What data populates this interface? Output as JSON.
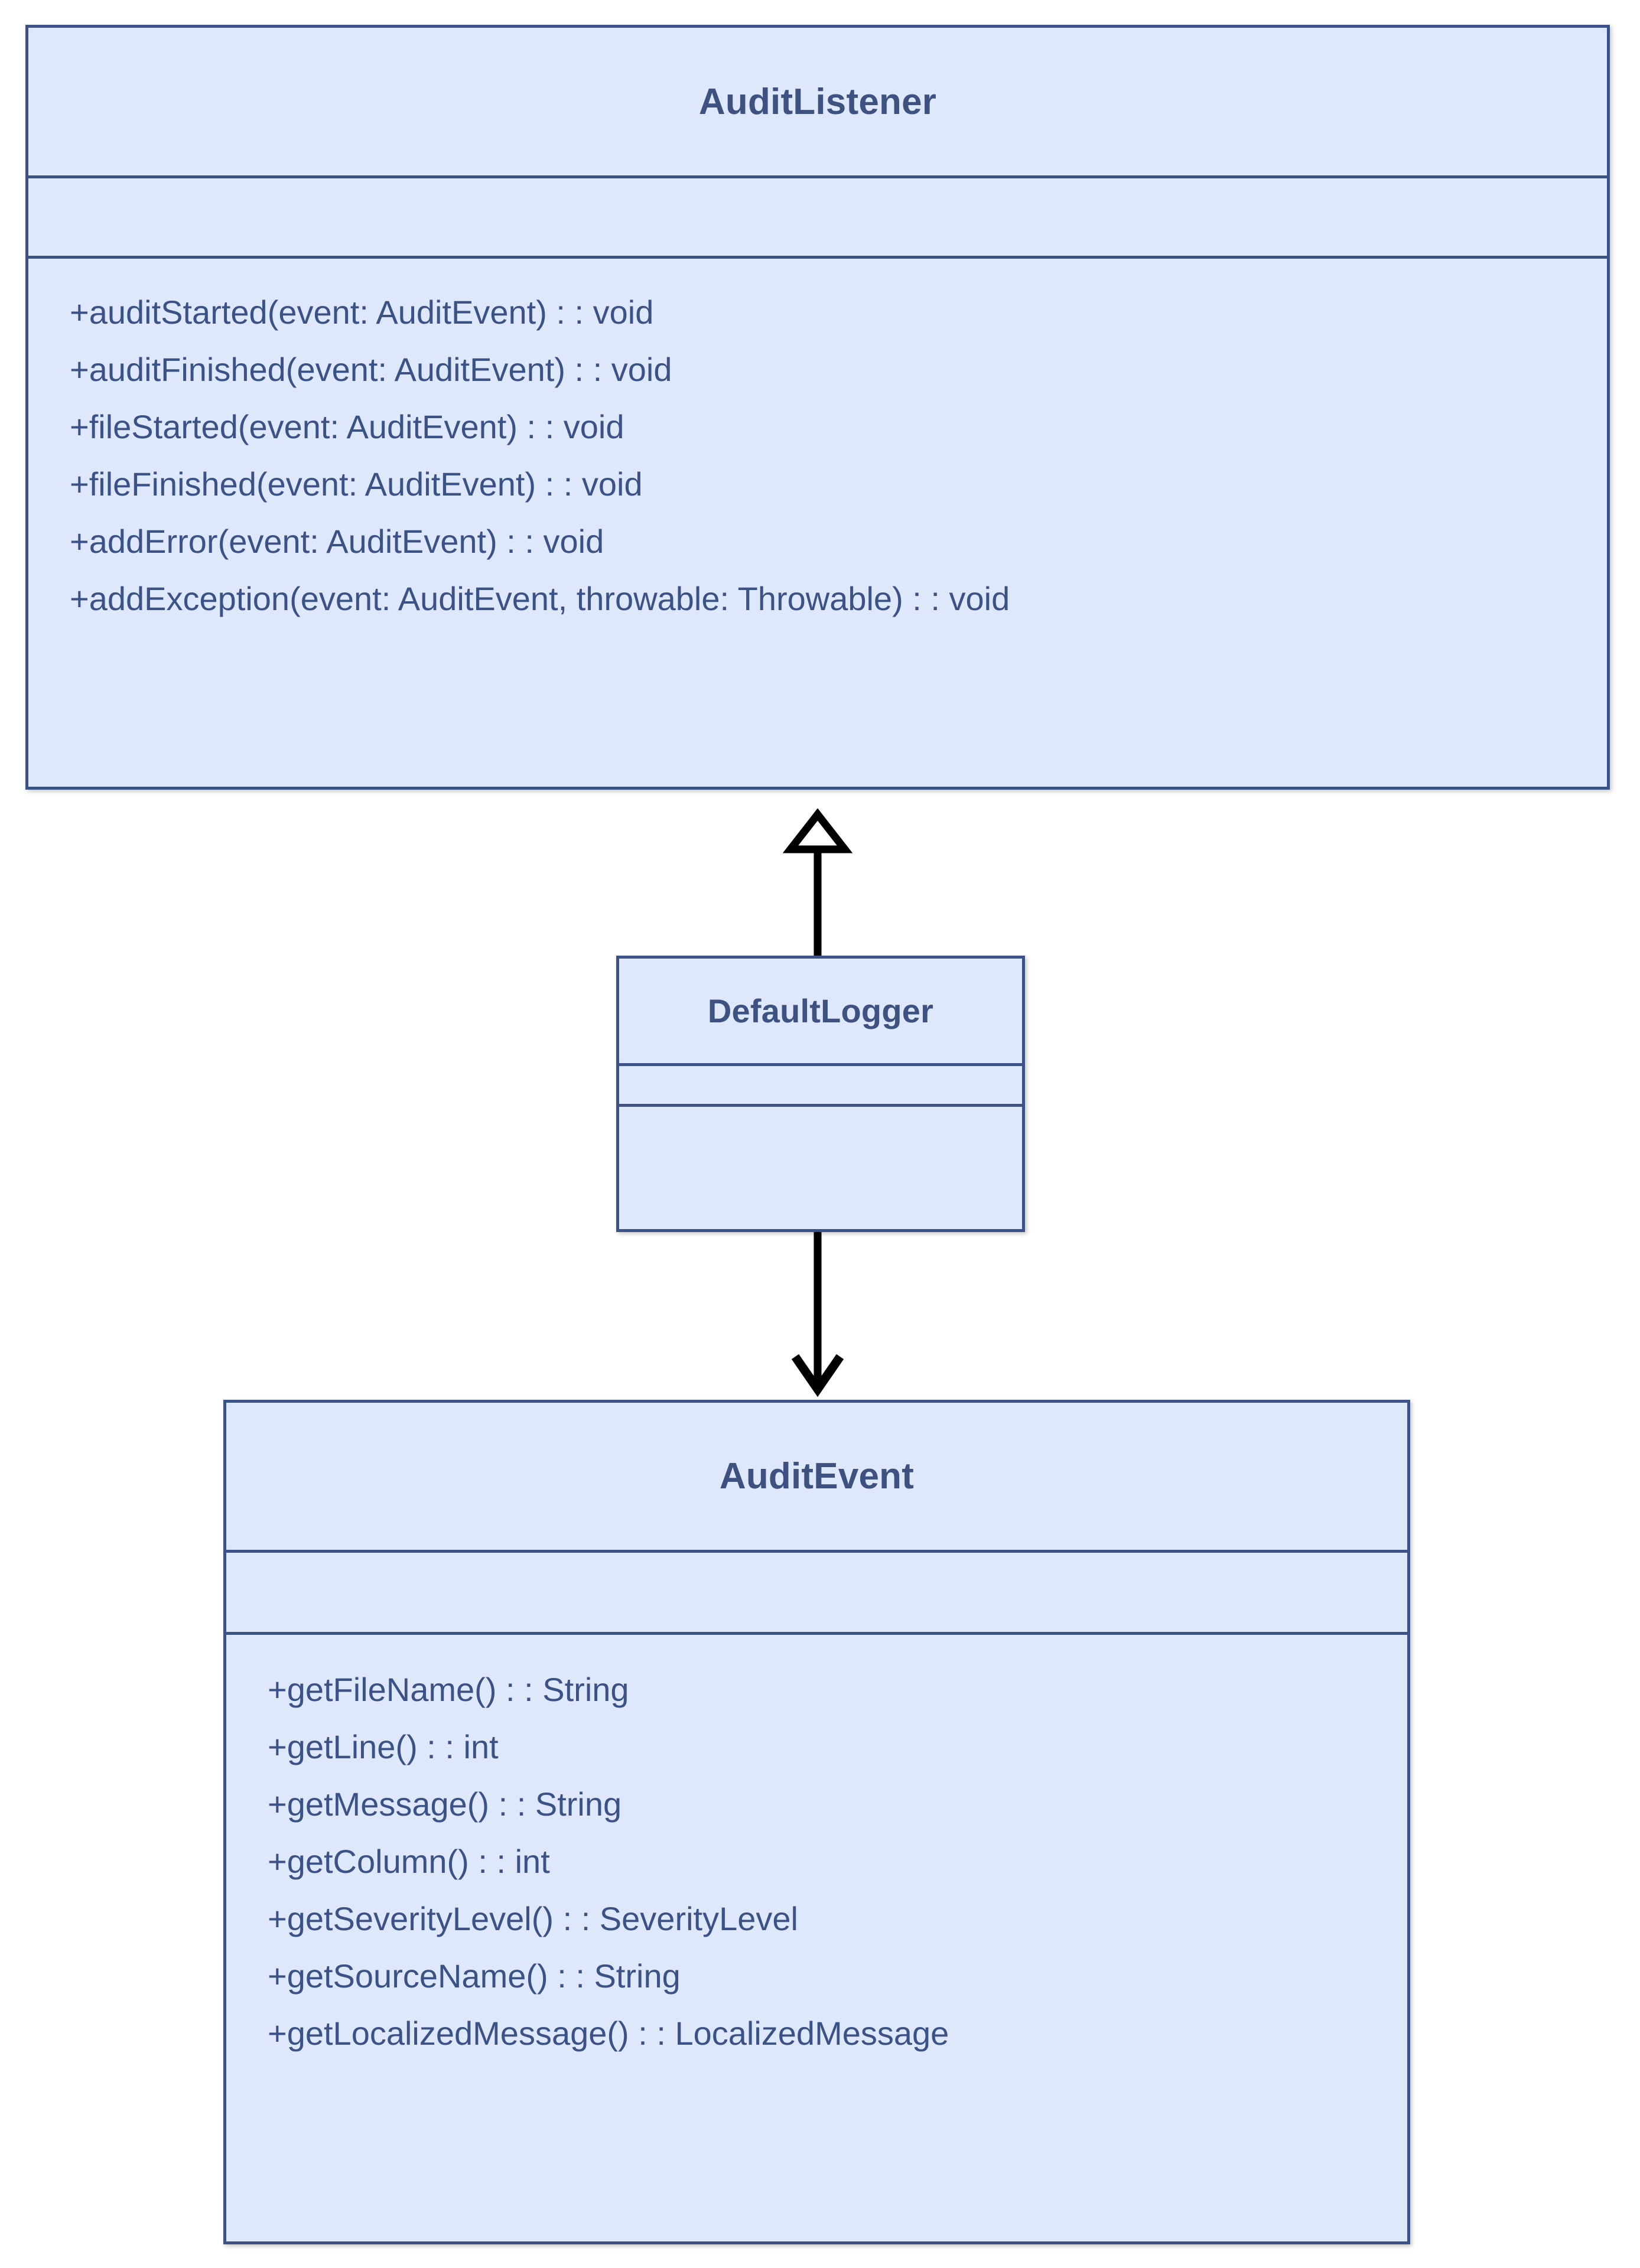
{
  "diagram": {
    "type": "uml-class-diagram",
    "background_color": "#ffffff",
    "class_fill_color": "#dfe7fa",
    "class_border_color": "#3b5286",
    "text_color": "#3b5286",
    "title_color": "#3d5280",
    "connector_color": "#000000",
    "classes": [
      {
        "id": "auditlistener",
        "name": "AuditListener",
        "attributes": [],
        "methods": [
          "+auditStarted(event: AuditEvent) : : void",
          "+auditFinished(event: AuditEvent) : : void",
          "+fileStarted(event: AuditEvent) : : void",
          "+fileFinished(event: AuditEvent) : : void",
          "+addError(event: AuditEvent) : : void",
          "+addException(event: AuditEvent, throwable: Throwable) : : void"
        ]
      },
      {
        "id": "defaultlogger",
        "name": "DefaultLogger",
        "attributes": [],
        "methods": []
      },
      {
        "id": "auditevent",
        "name": "AuditEvent",
        "attributes": [],
        "methods": [
          "+getFileName() : : String",
          "+getLine() : : int",
          "+getMessage() : : String",
          "+getColumn() : : int",
          "+getSeverityLevel() : : SeverityLevel",
          "+getSourceName() : : String",
          "+getLocalizedMessage() : : LocalizedMessage"
        ]
      }
    ],
    "relationships": [
      {
        "id": "generalization",
        "from": "DefaultLogger",
        "to": "AuditListener",
        "kind": "generalization",
        "arrowhead": "hollow-triangle"
      },
      {
        "id": "dependency",
        "from": "DefaultLogger",
        "to": "AuditEvent",
        "kind": "dependency",
        "arrowhead": "open-arrow"
      }
    ]
  }
}
